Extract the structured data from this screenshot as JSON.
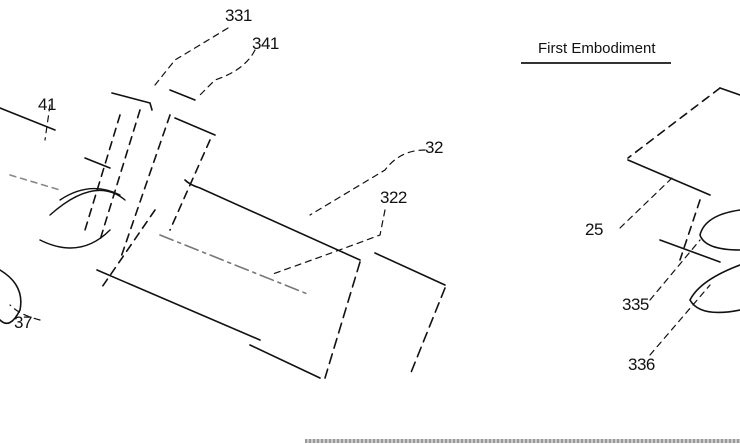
{
  "title": "First Embodiment",
  "labels": {
    "l331": "331",
    "l341": "341",
    "l41": "41",
    "l32": "32",
    "l322": "322",
    "l37": "37",
    "l25": "25",
    "l335": "335",
    "l336": "336"
  }
}
